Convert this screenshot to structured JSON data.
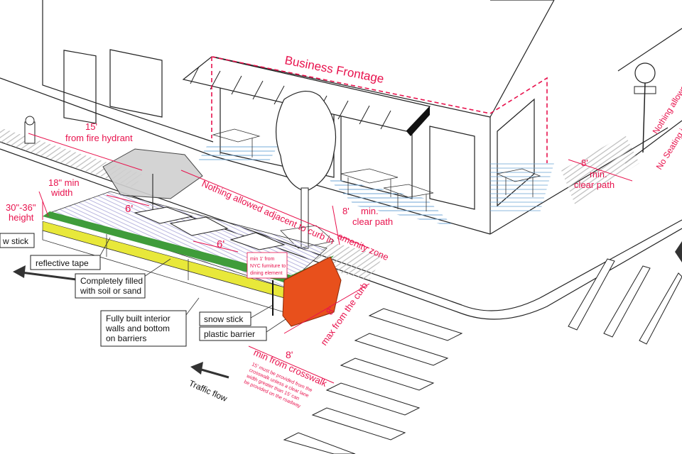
{
  "labels": {
    "business_frontage": "Business Frontage",
    "fire_hydrant_dist": "15'",
    "fire_hydrant_text": "from fire hydrant",
    "min_width_num": "18\" min",
    "min_width_text": "width",
    "height_num": "30\"-36\"",
    "height_text": "height",
    "six_ft_1": "6'",
    "six_ft_2": "6'",
    "nothing_adjacent": "Nothing allowed adjacent to curb in",
    "amenity_zone": "amenity zone",
    "clear_path_num": "8'",
    "clear_path_text1": "min.",
    "clear_path_text2": "clear path",
    "corner_clear_num": "8'",
    "corner_clear_text1": "min.",
    "corner_clear_text2": "clear path",
    "nothing_allowed_corner": "Nothing allowed",
    "no_seating": "No Seating in",
    "furniture_note1": "min 1' from",
    "furniture_note2": "NYC furniture to",
    "furniture_note3": "dining element",
    "max_curb_num": "8'",
    "max_curb_text": "max from the curb",
    "crosswalk_num": "8'",
    "crosswalk_text": "min from crosswalk",
    "crosswalk_note1": "15' must be provided from the",
    "crosswalk_note2": "crosswalk unless a clear lane",
    "crosswalk_note3": "width greater than 15' can",
    "crosswalk_note4": "be provided on the roadway",
    "traffic_flow": "Traffic flow"
  },
  "callouts": {
    "snow_stick_left": "w stick",
    "reflective_tape": "reflective tape",
    "filled_line1": "Completely filled",
    "filled_line2": "with soil or sand",
    "walls_line1": "Fully built interior",
    "walls_line2": "walls and bottom",
    "walls_line3": "on barriers",
    "snow_stick": "snow stick",
    "plastic_barrier": "plastic barrier"
  },
  "colors": {
    "annotation": "#e8124d",
    "planter_green": "#3f9c3a",
    "reflective_yellow": "#e8e83a",
    "barrier_orange": "#e8501c",
    "hatch_blue": "#6fa6d6"
  }
}
